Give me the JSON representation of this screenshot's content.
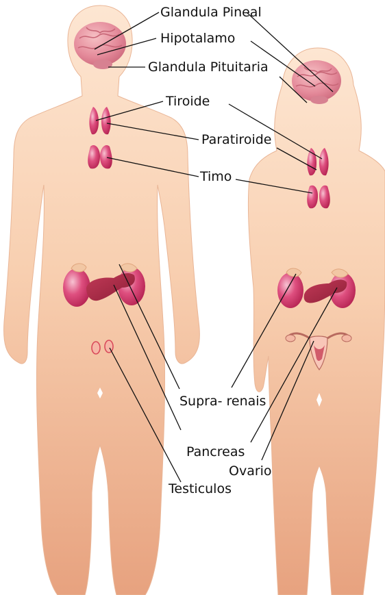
{
  "figure": {
    "labels": {
      "pineal": "Glandula Pineal",
      "hypothalamus": "Hipotalamo",
      "pituitary": "Glandula Pituitaria",
      "thyroid": "Tiroide",
      "parathyroid": "Paratiroide",
      "thymus": "Timo",
      "adrenal": "Supra- renais",
      "pancreas": "Pancreas",
      "ovary": "Ovario",
      "testes": "Testiculos"
    },
    "colors": {
      "skin_top": "#fde6d2",
      "skin_bottom": "#e7a27f",
      "gland": "#d2326a",
      "gland_highlight": "#f6b9cb",
      "brain": "#e48a9a",
      "pancreas": "#b52a47",
      "adrenal_cap": "#f2c7a4",
      "leader": "#111111"
    }
  }
}
